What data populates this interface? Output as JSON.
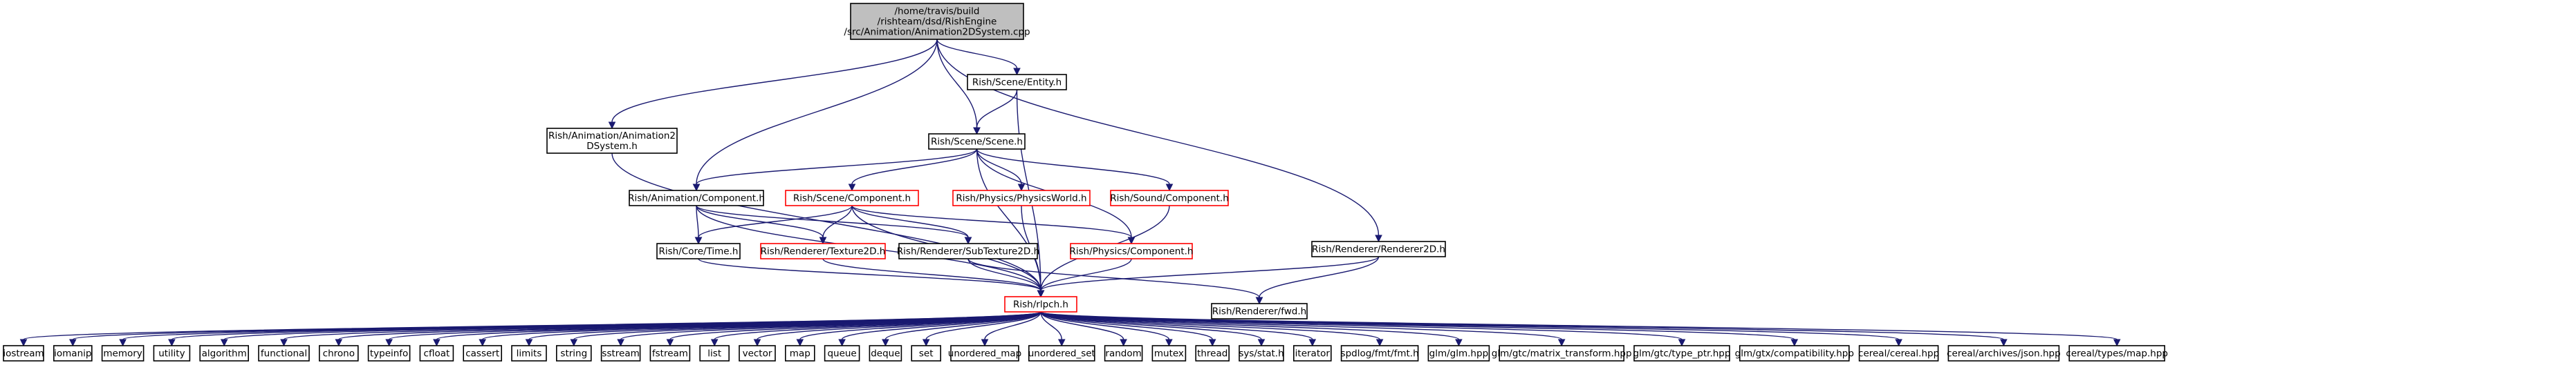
{
  "colors": {
    "root_fill": "#bfbfbf",
    "node_fill": "#ffffff",
    "border_normal": "#000000",
    "border_truncated": "#ff0000",
    "edge": "#191970"
  },
  "nodes": [
    {
      "id": "root",
      "lines": [
        "/home/travis/build",
        "/rishteam/dsd/RishEngine",
        "/src/Animation/Animation2DSystem.cpp"
      ],
      "truncated": false,
      "root": true
    },
    {
      "id": "entity",
      "lines": [
        "Rish/Scene/Entity.h"
      ],
      "truncated": false
    },
    {
      "id": "anim2d",
      "lines": [
        "Rish/Animation/Animation2",
        "DSystem.h"
      ],
      "truncated": false
    },
    {
      "id": "scene",
      "lines": [
        "Rish/Scene/Scene.h"
      ],
      "truncated": false
    },
    {
      "id": "animcomp",
      "lines": [
        "Rish/Animation/Component.h"
      ],
      "truncated": false
    },
    {
      "id": "scenecomp",
      "lines": [
        "Rish/Scene/Component.h"
      ],
      "truncated": true
    },
    {
      "id": "physworld",
      "lines": [
        "Rish/Physics/PhysicsWorld.h"
      ],
      "truncated": true
    },
    {
      "id": "soundcomp",
      "lines": [
        "Rish/Sound/Component.h"
      ],
      "truncated": true
    },
    {
      "id": "renderer2d",
      "lines": [
        "Rish/Renderer/Renderer2D.h"
      ],
      "truncated": false
    },
    {
      "id": "coretime",
      "lines": [
        "Rish/Core/Time.h"
      ],
      "truncated": false
    },
    {
      "id": "texture2d",
      "lines": [
        "Rish/Renderer/Texture2D.h"
      ],
      "truncated": true
    },
    {
      "id": "subtex",
      "lines": [
        "Rish/Renderer/SubTexture2D.h"
      ],
      "truncated": false
    },
    {
      "id": "physcomp",
      "lines": [
        "Rish/Physics/Component.h"
      ],
      "truncated": true
    },
    {
      "id": "rpch",
      "lines": [
        "Rish/rlpch.h"
      ],
      "truncated": true
    },
    {
      "id": "fwd",
      "lines": [
        "Rish/Renderer/fwd.h"
      ],
      "truncated": false
    },
    {
      "id": "l0",
      "lines": [
        "iostream"
      ],
      "truncated": false
    },
    {
      "id": "l1",
      "lines": [
        "iomanip"
      ],
      "truncated": false
    },
    {
      "id": "l2",
      "lines": [
        "memory"
      ],
      "truncated": false
    },
    {
      "id": "l3",
      "lines": [
        "utility"
      ],
      "truncated": false
    },
    {
      "id": "l4",
      "lines": [
        "algorithm"
      ],
      "truncated": false
    },
    {
      "id": "l5",
      "lines": [
        "functional"
      ],
      "truncated": false
    },
    {
      "id": "l6",
      "lines": [
        "chrono"
      ],
      "truncated": false
    },
    {
      "id": "l7",
      "lines": [
        "typeinfo"
      ],
      "truncated": false
    },
    {
      "id": "l8",
      "lines": [
        "cfloat"
      ],
      "truncated": false
    },
    {
      "id": "l9",
      "lines": [
        "cassert"
      ],
      "truncated": false
    },
    {
      "id": "l10",
      "lines": [
        "limits"
      ],
      "truncated": false
    },
    {
      "id": "l11",
      "lines": [
        "string"
      ],
      "truncated": false
    },
    {
      "id": "l12",
      "lines": [
        "sstream"
      ],
      "truncated": false
    },
    {
      "id": "l13",
      "lines": [
        "fstream"
      ],
      "truncated": false
    },
    {
      "id": "l14",
      "lines": [
        "list"
      ],
      "truncated": false
    },
    {
      "id": "l15",
      "lines": [
        "vector"
      ],
      "truncated": false
    },
    {
      "id": "l16",
      "lines": [
        "map"
      ],
      "truncated": false
    },
    {
      "id": "l17",
      "lines": [
        "queue"
      ],
      "truncated": false
    },
    {
      "id": "l18",
      "lines": [
        "deque"
      ],
      "truncated": false
    },
    {
      "id": "l19",
      "lines": [
        "set"
      ],
      "truncated": false
    },
    {
      "id": "l20",
      "lines": [
        "unordered_map"
      ],
      "truncated": false
    },
    {
      "id": "l21",
      "lines": [
        "unordered_set"
      ],
      "truncated": false
    },
    {
      "id": "l22",
      "lines": [
        "random"
      ],
      "truncated": false
    },
    {
      "id": "l23",
      "lines": [
        "mutex"
      ],
      "truncated": false
    },
    {
      "id": "l24",
      "lines": [
        "thread"
      ],
      "truncated": false
    },
    {
      "id": "l25",
      "lines": [
        "sys/stat.h"
      ],
      "truncated": false
    },
    {
      "id": "l26",
      "lines": [
        "iterator"
      ],
      "truncated": false
    },
    {
      "id": "l27",
      "lines": [
        "spdlog/fmt/fmt.h"
      ],
      "truncated": false
    },
    {
      "id": "l28",
      "lines": [
        "glm/glm.hpp"
      ],
      "truncated": false
    },
    {
      "id": "l29",
      "lines": [
        "glm/gtc/matrix_transform.hpp"
      ],
      "truncated": false
    },
    {
      "id": "l30",
      "lines": [
        "glm/gtc/type_ptr.hpp"
      ],
      "truncated": false
    },
    {
      "id": "l31",
      "lines": [
        "glm/gtx/compatibility.hpp"
      ],
      "truncated": false
    },
    {
      "id": "l32",
      "lines": [
        "cereal/cereal.hpp"
      ],
      "truncated": false
    },
    {
      "id": "l33",
      "lines": [
        "cereal/archives/json.hpp"
      ],
      "truncated": false
    },
    {
      "id": "l34",
      "lines": [
        "cereal/types/map.hpp"
      ],
      "truncated": false
    }
  ],
  "edges": [
    [
      "root",
      "entity"
    ],
    [
      "root",
      "anim2d"
    ],
    [
      "root",
      "scene"
    ],
    [
      "root",
      "animcomp"
    ],
    [
      "root",
      "renderer2d"
    ],
    [
      "entity",
      "scene"
    ],
    [
      "entity",
      "rpch"
    ],
    [
      "anim2d",
      "rpch"
    ],
    [
      "scene",
      "animcomp"
    ],
    [
      "scene",
      "scenecomp"
    ],
    [
      "scene",
      "physworld"
    ],
    [
      "scene",
      "soundcomp"
    ],
    [
      "scene",
      "physcomp"
    ],
    [
      "scene",
      "rpch"
    ],
    [
      "animcomp",
      "coretime"
    ],
    [
      "animcomp",
      "texture2d"
    ],
    [
      "animcomp",
      "subtex"
    ],
    [
      "animcomp",
      "rpch"
    ],
    [
      "scenecomp",
      "coretime"
    ],
    [
      "scenecomp",
      "texture2d"
    ],
    [
      "scenecomp",
      "subtex"
    ],
    [
      "scenecomp",
      "physcomp"
    ],
    [
      "scenecomp",
      "rpch"
    ],
    [
      "physworld",
      "rpch"
    ],
    [
      "soundcomp",
      "rpch"
    ],
    [
      "renderer2d",
      "rpch"
    ],
    [
      "renderer2d",
      "fwd"
    ],
    [
      "coretime",
      "rpch"
    ],
    [
      "texture2d",
      "rpch"
    ],
    [
      "subtex",
      "rpch"
    ],
    [
      "subtex",
      "fwd"
    ],
    [
      "physcomp",
      "rpch"
    ],
    [
      "rpch",
      "l0"
    ],
    [
      "rpch",
      "l1"
    ],
    [
      "rpch",
      "l2"
    ],
    [
      "rpch",
      "l3"
    ],
    [
      "rpch",
      "l4"
    ],
    [
      "rpch",
      "l5"
    ],
    [
      "rpch",
      "l6"
    ],
    [
      "rpch",
      "l7"
    ],
    [
      "rpch",
      "l8"
    ],
    [
      "rpch",
      "l9"
    ],
    [
      "rpch",
      "l10"
    ],
    [
      "rpch",
      "l11"
    ],
    [
      "rpch",
      "l12"
    ],
    [
      "rpch",
      "l13"
    ],
    [
      "rpch",
      "l14"
    ],
    [
      "rpch",
      "l15"
    ],
    [
      "rpch",
      "l16"
    ],
    [
      "rpch",
      "l17"
    ],
    [
      "rpch",
      "l18"
    ],
    [
      "rpch",
      "l19"
    ],
    [
      "rpch",
      "l20"
    ],
    [
      "rpch",
      "l21"
    ],
    [
      "rpch",
      "l22"
    ],
    [
      "rpch",
      "l23"
    ],
    [
      "rpch",
      "l24"
    ],
    [
      "rpch",
      "l25"
    ],
    [
      "rpch",
      "l26"
    ],
    [
      "rpch",
      "l27"
    ],
    [
      "rpch",
      "l28"
    ],
    [
      "rpch",
      "l29"
    ],
    [
      "rpch",
      "l30"
    ],
    [
      "rpch",
      "l31"
    ],
    [
      "rpch",
      "l32"
    ],
    [
      "rpch",
      "l33"
    ],
    [
      "rpch",
      "l34"
    ]
  ]
}
